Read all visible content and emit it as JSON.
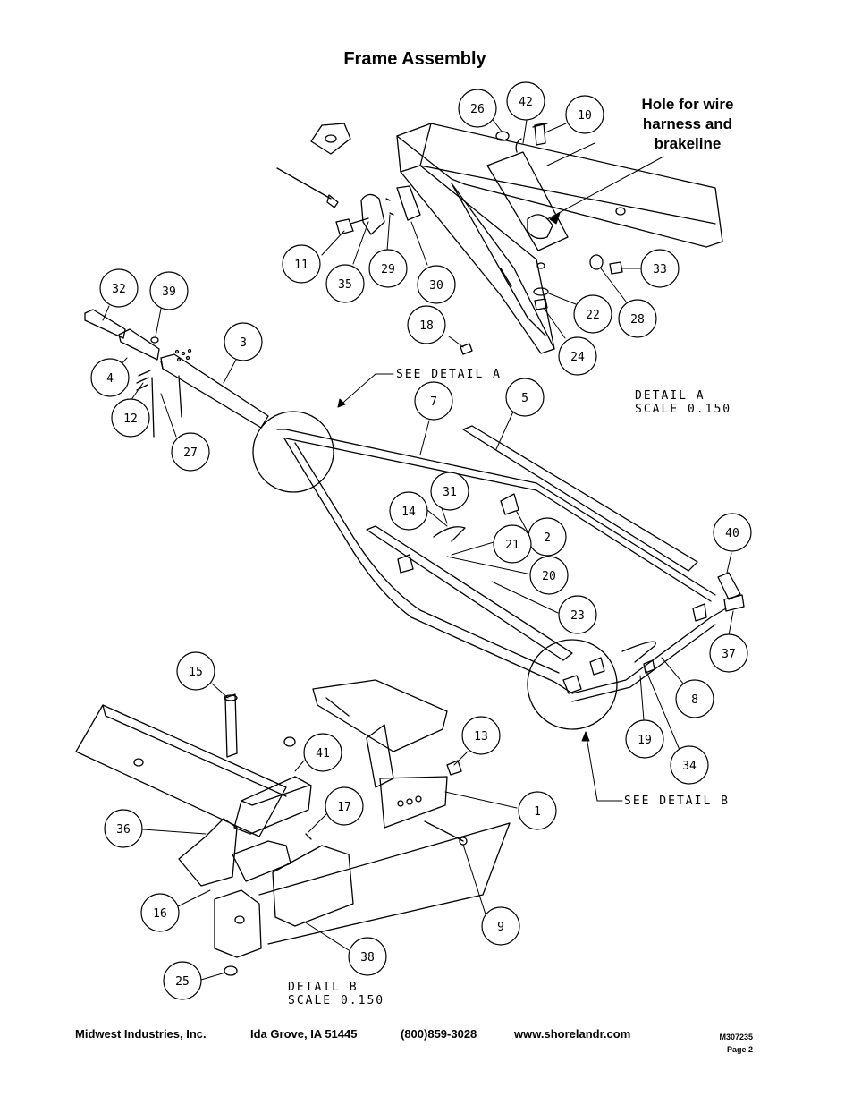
{
  "title": "Frame Assembly",
  "note": {
    "line1": "Hole for wire",
    "line2": "harness and",
    "line3": "brakeline"
  },
  "detail_labels": {
    "see_detail_a": "SEE DETAIL  A",
    "see_detail_b": "SEE DETAIL  B",
    "detail_a_line1": "DETAIL  A",
    "detail_a_line2": "SCALE  0.150",
    "detail_b_line1": "DETAIL  B",
    "detail_b_line2": "SCALE  0.150"
  },
  "callouts": [
    "26",
    "42",
    "10",
    "11",
    "35",
    "29",
    "30",
    "33",
    "28",
    "22",
    "24",
    "18",
    "32",
    "39",
    "3",
    "4",
    "12",
    "27",
    "7",
    "5",
    "31",
    "14",
    "2",
    "21",
    "20",
    "23",
    "40",
    "37",
    "8",
    "19",
    "34",
    "15",
    "41",
    "13",
    "36",
    "17",
    "1",
    "16",
    "9",
    "38",
    "25"
  ],
  "footer": {
    "company": "Midwest Industries, Inc.",
    "city": "Ida Grove, IA  51445",
    "phone": "(800)859-3028",
    "website": "www.shorelandr.com",
    "doc_number": "M307235",
    "page": "Page 2"
  }
}
